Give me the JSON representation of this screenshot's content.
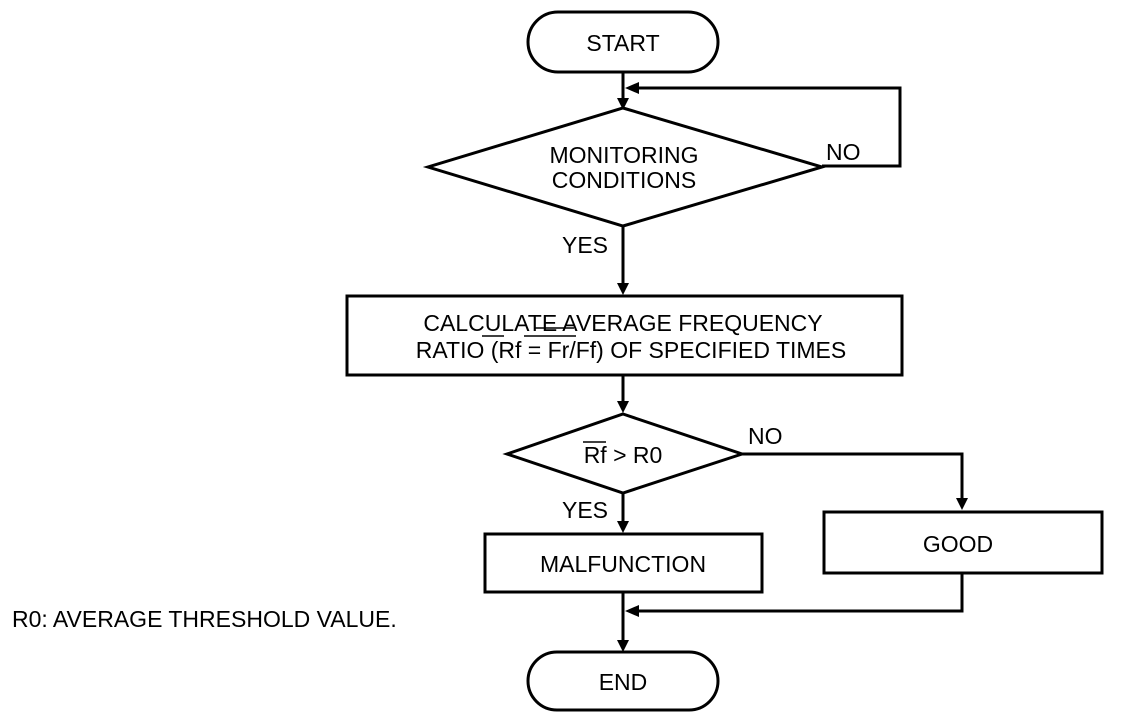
{
  "flowchart": {
    "start": "START",
    "decision_monitoring": {
      "line1": "MONITORING",
      "line2": "CONDITIONS"
    },
    "monitoring_yes": "YES",
    "monitoring_no": "NO",
    "calc": {
      "line1": "CALCULATE AVERAGE FREQUENCY",
      "line2_ratio_prefix": "RATIO (",
      "line2_rf": "Rf",
      "line2_eq": " = ",
      "line2_frff": "Fr/Ff",
      "line2_suffix": ") OF SPECIFIED TIMES"
    },
    "decision_compare": {
      "rf": "Rf",
      "op": " > R0"
    },
    "compare_yes": "YES",
    "compare_no": "NO",
    "malfunction": "MALFUNCTION",
    "good": "GOOD",
    "end": "END"
  },
  "note": "R0: AVERAGE THRESHOLD VALUE."
}
